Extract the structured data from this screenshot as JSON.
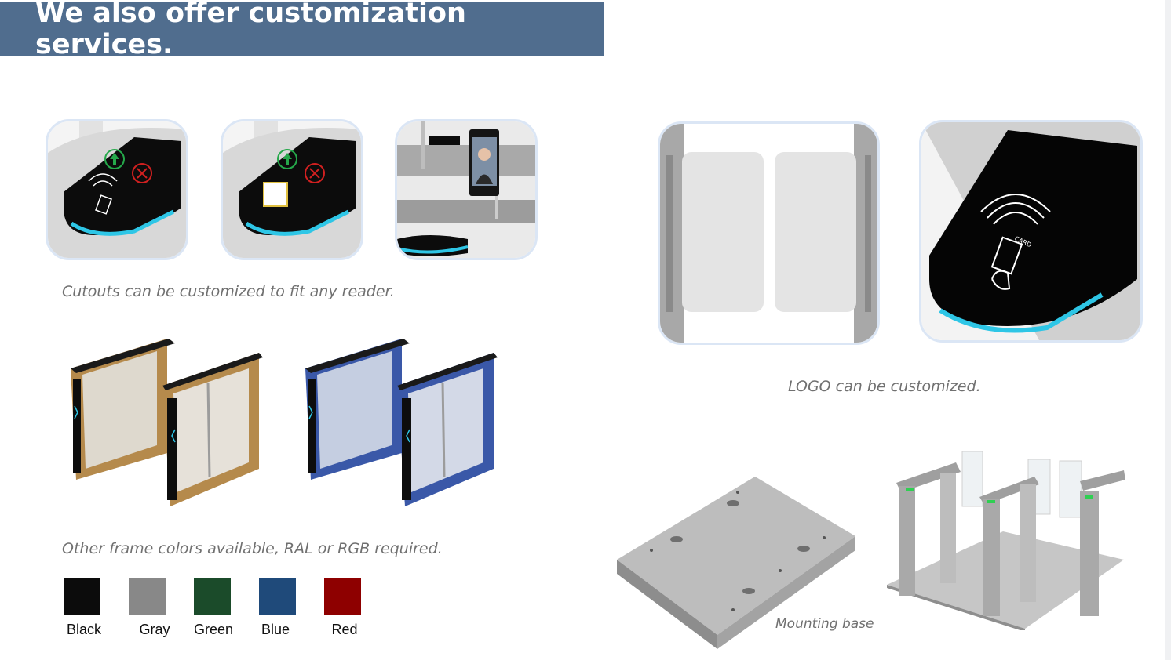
{
  "title": "We also offer customization services.",
  "captions": {
    "cutouts": "Cutouts can be customized to fit any reader.",
    "logo": "LOGO can be customized.",
    "colors": "Other frame colors available, RAL or RGB required.",
    "base": "Mounting base"
  },
  "reader_card_label": "CARD",
  "swatches": [
    {
      "label": "Black",
      "color": "#0c0c0c"
    },
    {
      "label": "Gray",
      "color": "#888888"
    },
    {
      "label": "Green",
      "color": "#1b4b2a"
    },
    {
      "label": "Blue",
      "color": "#1f4a7a"
    },
    {
      "label": "Red",
      "color": "#8e0000"
    }
  ],
  "colors": {
    "title_bg": "#506d8e",
    "frame_gold": "#b58a4c",
    "frame_blue": "#3a58a8",
    "led_cyan": "#2ec6e6"
  }
}
